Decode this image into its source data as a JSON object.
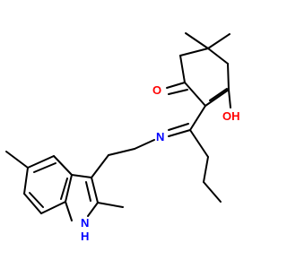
{
  "molecule": {
    "atoms": {
      "carbonyl_oxygen": "O",
      "hydroxyl": "OH",
      "imine_nitrogen": "N",
      "indole_n": "N",
      "indole_h": "H"
    },
    "colors": {
      "bond": "#000000",
      "oxygen": "#ff0000",
      "nitrogen": "#0000ff"
    }
  }
}
